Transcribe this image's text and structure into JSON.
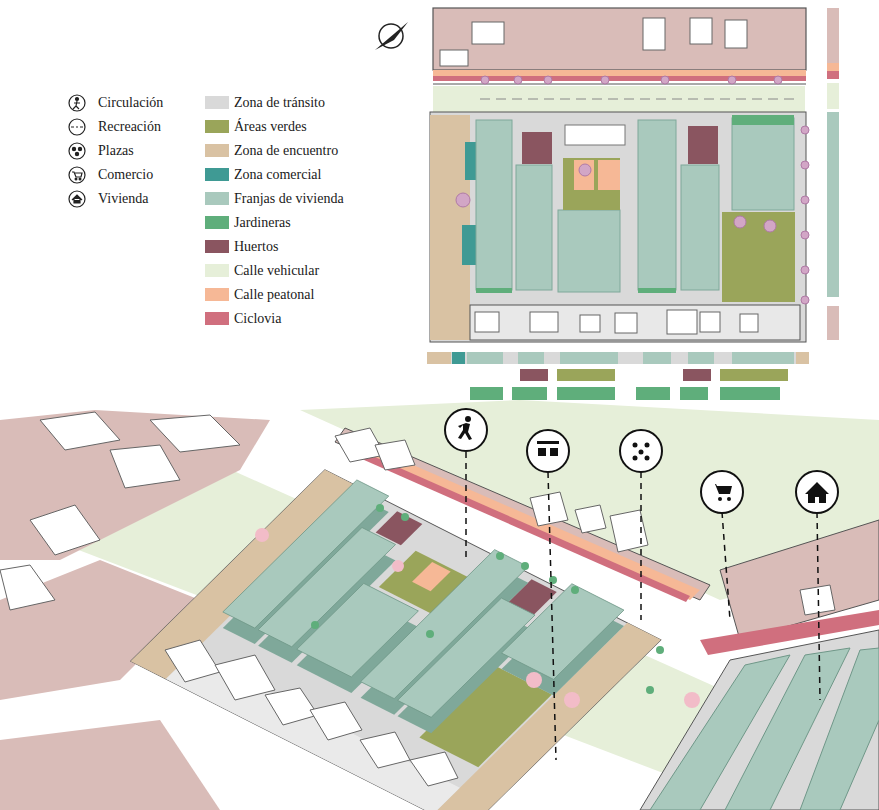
{
  "diagram": {
    "legend": [
      {
        "text": "Circulación"
      },
      {
        "text": "Recreación"
      },
      {
        "text": "Plazas"
      },
      {
        "text": "Comercio"
      },
      {
        "text": "Vivienda"
      },
      {
        "text": "Zona de tránsito",
        "color": "#d9d9d9"
      },
      {
        "text": "Áreas verdes",
        "color": "#9aa55a"
      },
      {
        "text": "Zona de encuentro",
        "color": "#d9c2a3"
      },
      {
        "text": "Zona comercial",
        "color": "#3f9a94"
      },
      {
        "text": "Franjas de vivienda",
        "color": "#a9c9bd"
      },
      {
        "text": "Jardineras",
        "color": "#5fae7b"
      },
      {
        "text": "Huertos",
        "color": "#8a5560"
      },
      {
        "text": "Calle vehicular",
        "color": "#e6efd9"
      },
      {
        "text": "Calle peatonal",
        "color": "#f6b896"
      },
      {
        "text": "Ciclovia",
        "color": "#d06f7e"
      }
    ]
  }
}
